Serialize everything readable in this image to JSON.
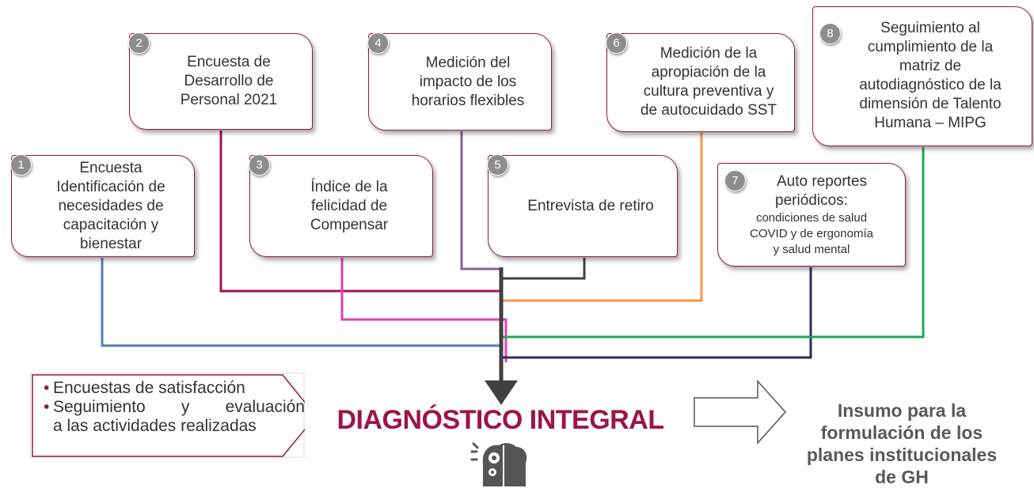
{
  "boxes": [
    {
      "num": "1",
      "lines": [
        "Encuesta",
        "Identificación de",
        "necesidades de",
        "capacitación y",
        "bienestar"
      ]
    },
    {
      "num": "2",
      "lines": [
        "Encuesta de",
        "Desarrollo de",
        "Personal 2021"
      ]
    },
    {
      "num": "3",
      "lines": [
        "Índice de la",
        "felicidad de",
        "Compensar"
      ]
    },
    {
      "num": "4",
      "lines": [
        "Medición del",
        "impacto de los",
        "horarios flexibles"
      ]
    },
    {
      "num": "5",
      "lines": [
        "Entrevista de retiro"
      ]
    },
    {
      "num": "6",
      "lines": [
        "Medición de la",
        "apropiación de la",
        "cultura preventiva y",
        "de autocuidado SST"
      ]
    },
    {
      "num": "7",
      "lines": [
        "Auto reportes",
        "periódicos:"
      ],
      "small_lines": [
        "condiciones de salud",
        "COVID y de ergonomía",
        "y salud mental"
      ]
    },
    {
      "num": "8",
      "lines": [
        "Seguimiento al",
        "cumplimiento de la",
        "matriz de",
        "autodiagnóstico de la",
        "dimensión de Talento",
        "Humana – MIPG"
      ]
    }
  ],
  "satisfaction": {
    "item1": "Encuestas de satisfacción",
    "item2_line1": "Seguimiento y evaluación",
    "item2_line2": "a las actividades realizadas"
  },
  "center_title": "DIAGNÓSTICO INTEGRAL",
  "output_text": "Insumo para la formulación de los planes institucionales de GH",
  "colors": {
    "box_border": "#9b1548",
    "title": "#9b1548",
    "line_1": "#4f81bd",
    "line_2": "#a0154f",
    "line_3": "#e040b0",
    "line_4": "#8064a2",
    "line_5": "#404040",
    "line_6": "#f79646",
    "line_7": "#2c2a64",
    "line_8": "#1aaa55"
  },
  "icons": [
    "arrow-down-icon",
    "arrow-right-icon",
    "brain-gear-icon"
  ]
}
